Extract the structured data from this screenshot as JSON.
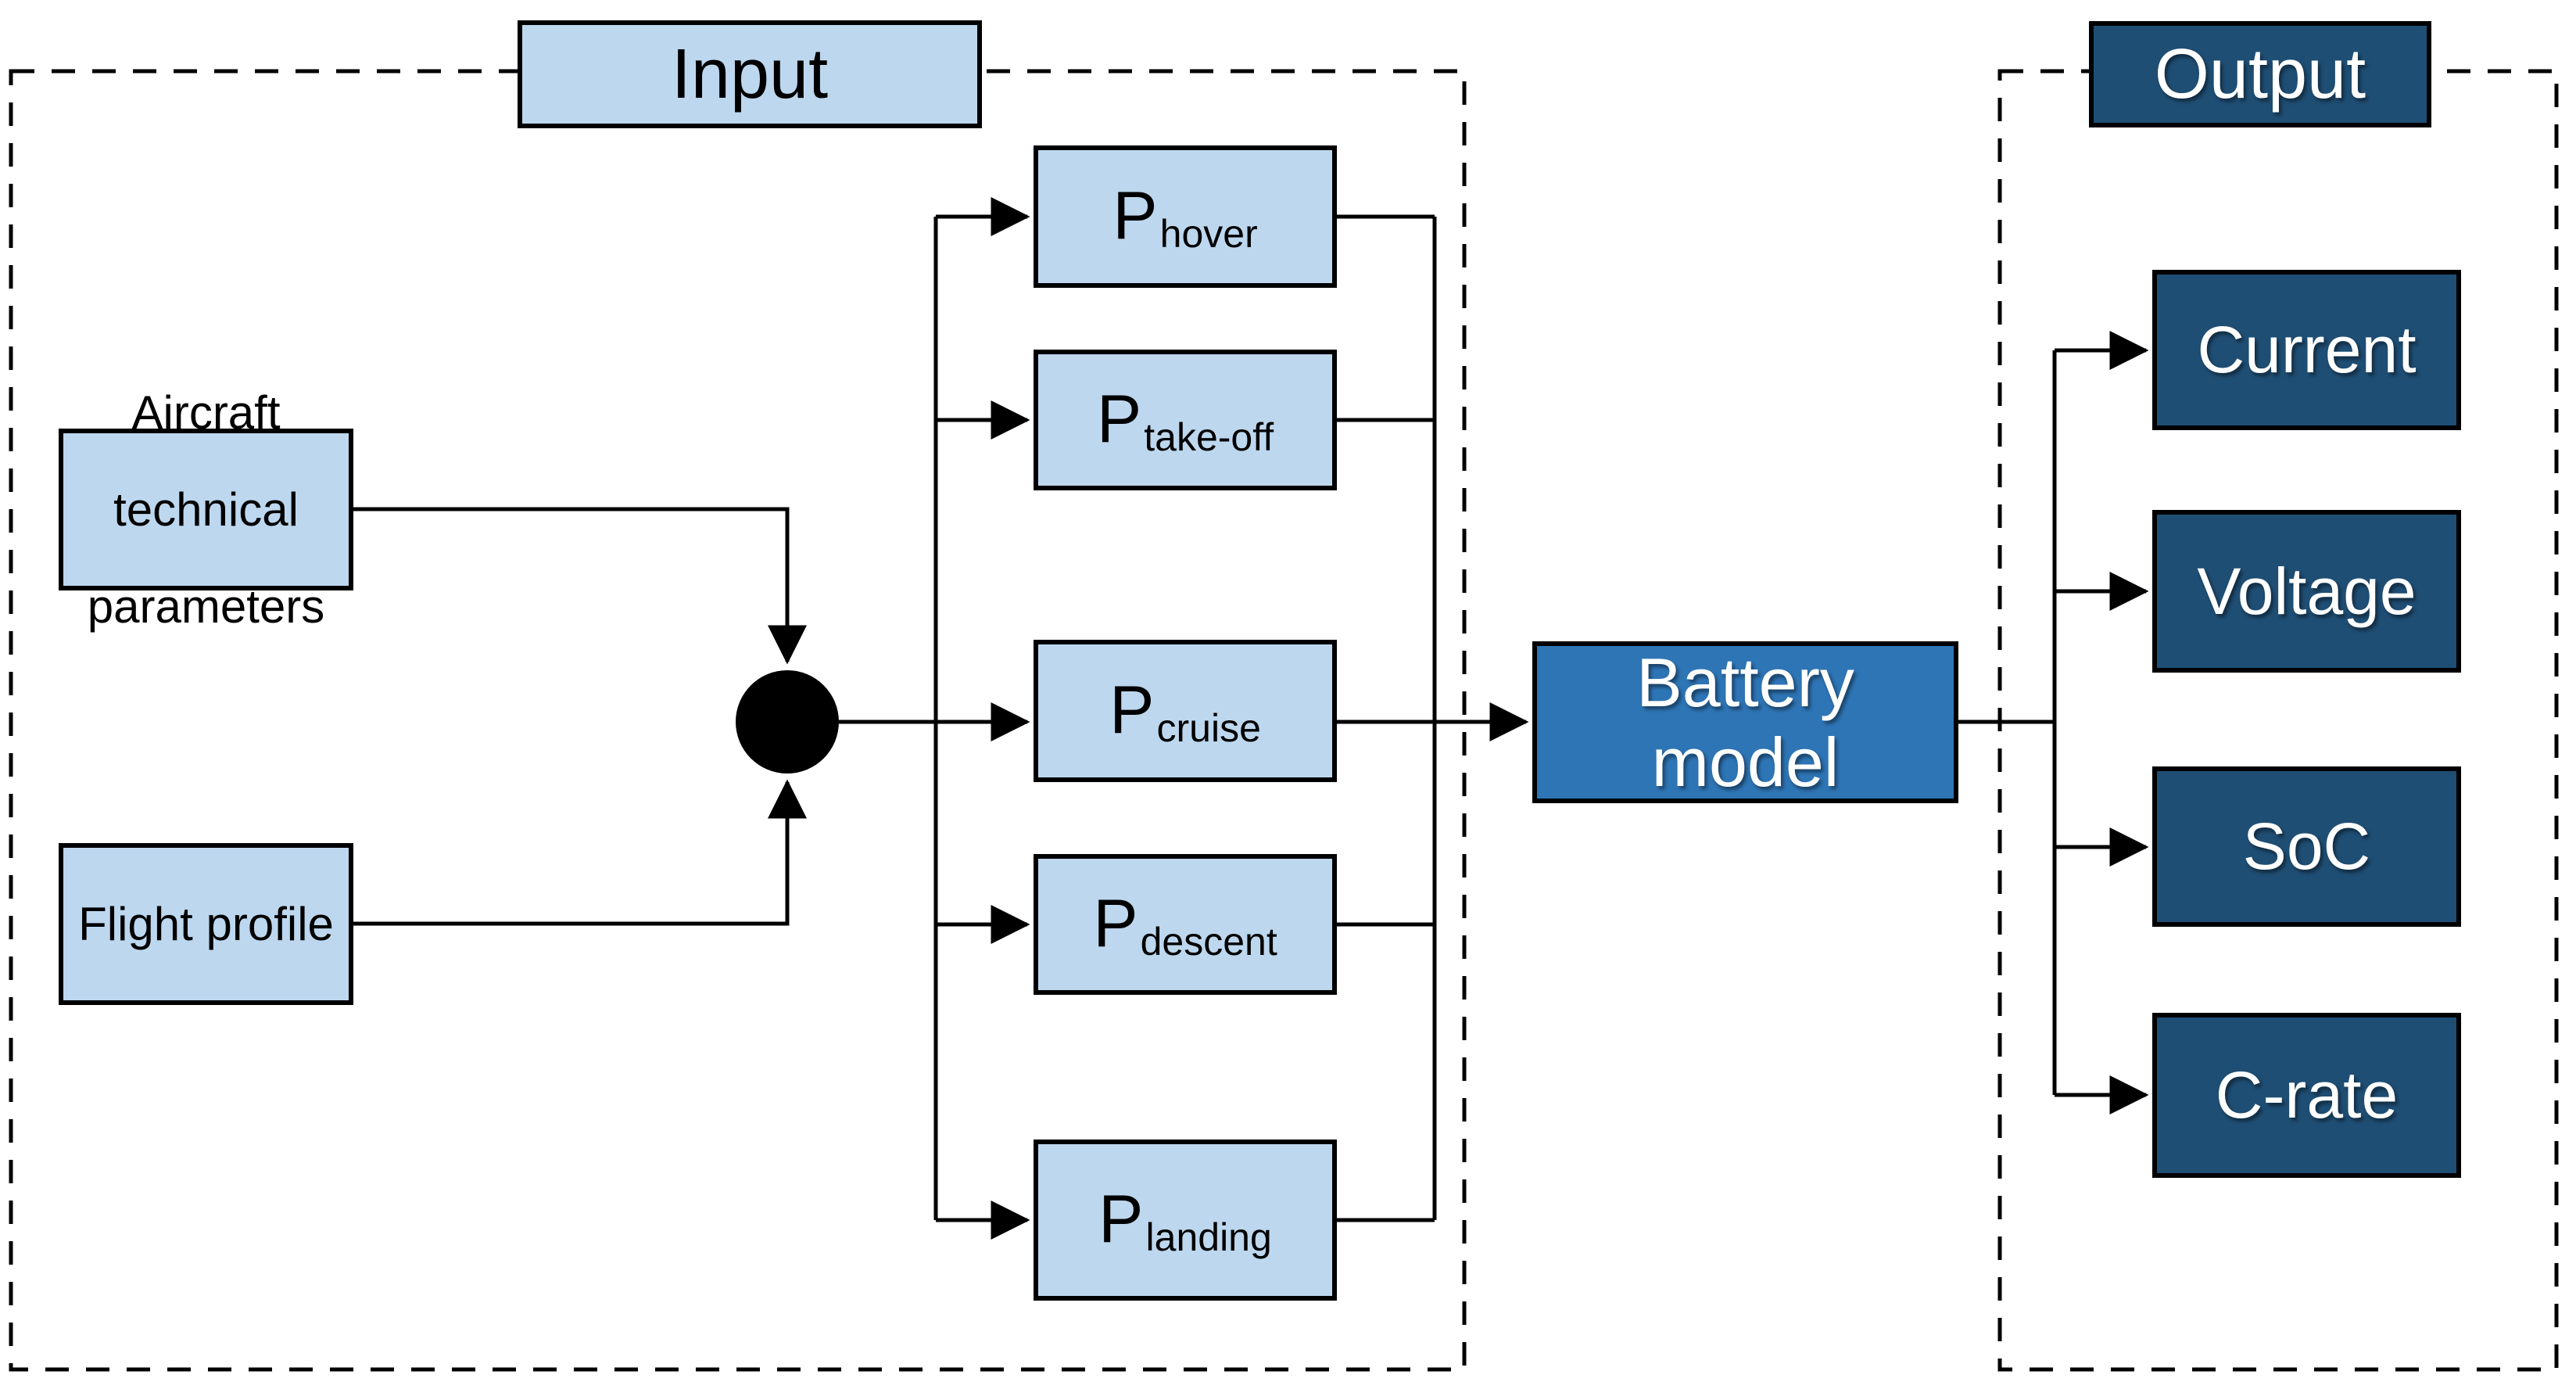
{
  "input": {
    "title": "Input",
    "sources": [
      {
        "label": "Aircraft technical parameters"
      },
      {
        "label": "Flight profile"
      }
    ],
    "power_states": [
      {
        "base": "P",
        "sub": "hover"
      },
      {
        "base": "P",
        "sub": "take-off"
      },
      {
        "base": "P",
        "sub": "cruise"
      },
      {
        "base": "P",
        "sub": "descent"
      },
      {
        "base": "P",
        "sub": "landing"
      }
    ]
  },
  "model": {
    "label": "Battery model"
  },
  "output": {
    "title": "Output",
    "results": [
      {
        "label": "Current"
      },
      {
        "label": "Voltage"
      },
      {
        "label": "SoC"
      },
      {
        "label": "C-rate"
      }
    ]
  },
  "colors": {
    "source_fill": "#bdd7ee",
    "model_fill": "#2e75b6",
    "output_fill": "#1f4e74",
    "line": "#000000",
    "bg": "#ffffff"
  }
}
